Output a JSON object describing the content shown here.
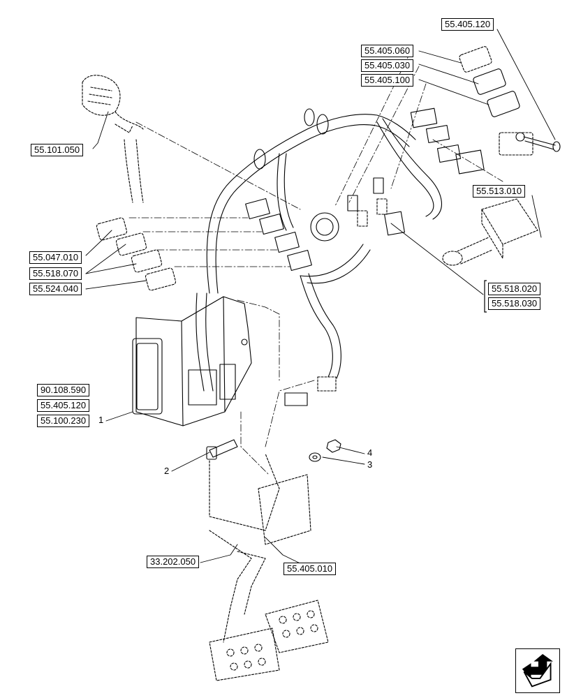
{
  "refs": {
    "r_55_405_120_top": "55.405.120",
    "r_55_405_060": "55.405.060",
    "r_55_405_030": "55.405.030",
    "r_55_405_100": "55.405.100",
    "r_55_101_050": "55.101.050",
    "r_55_513_010": "55.513.010",
    "r_55_047_010": "55.047.010",
    "r_55_518_070": "55.518.070",
    "r_55_524_040": "55.524.040",
    "r_55_518_020": "55.518.020",
    "r_55_518_030": "55.518.030",
    "r_90_108_590": "90.108.590",
    "r_55_405_120_mid": "55.405.120",
    "r_55_100_230": "55.100.230",
    "r_33_202_050": "33.202.050",
    "r_55_405_010": "55.405.010"
  },
  "callouts": {
    "c1": "1",
    "c2": "2",
    "c3": "3",
    "c4": "4"
  },
  "icons": {
    "nav": "next-page-arrow-icon"
  }
}
